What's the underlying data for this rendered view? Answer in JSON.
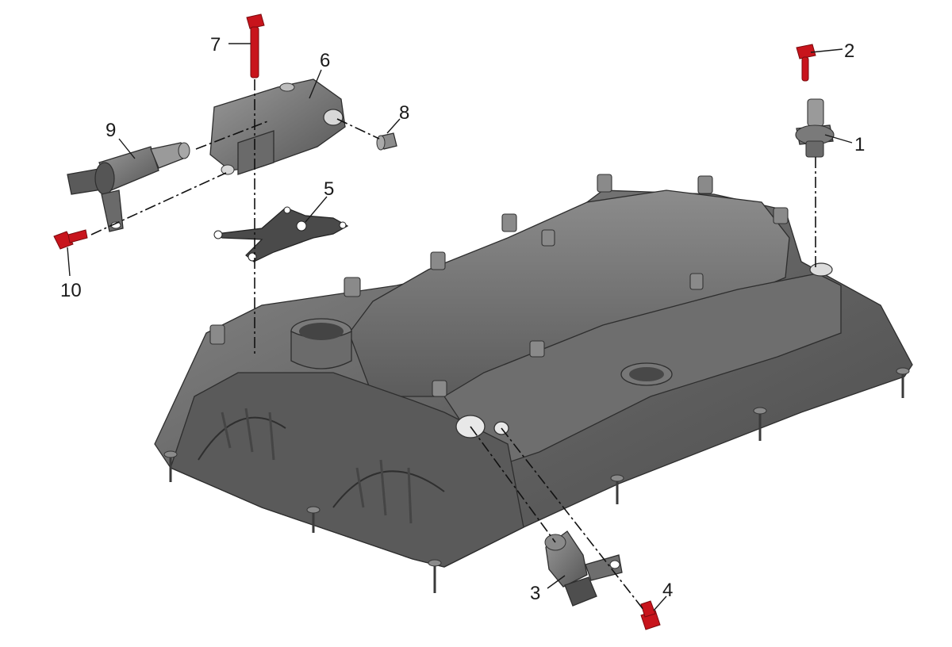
{
  "callouts": {
    "c1": "1",
    "c2": "2",
    "c3": "3",
    "c4": "4",
    "c5": "5",
    "c6": "6",
    "c7": "7",
    "c8": "8",
    "c9": "9",
    "c10": "10"
  },
  "colors": {
    "housing": "#5f5f5f",
    "housing_light": "#7d7d7d",
    "housing_dark": "#3f3f3f",
    "fastener_red": "#c8141c",
    "line": "#111111"
  }
}
